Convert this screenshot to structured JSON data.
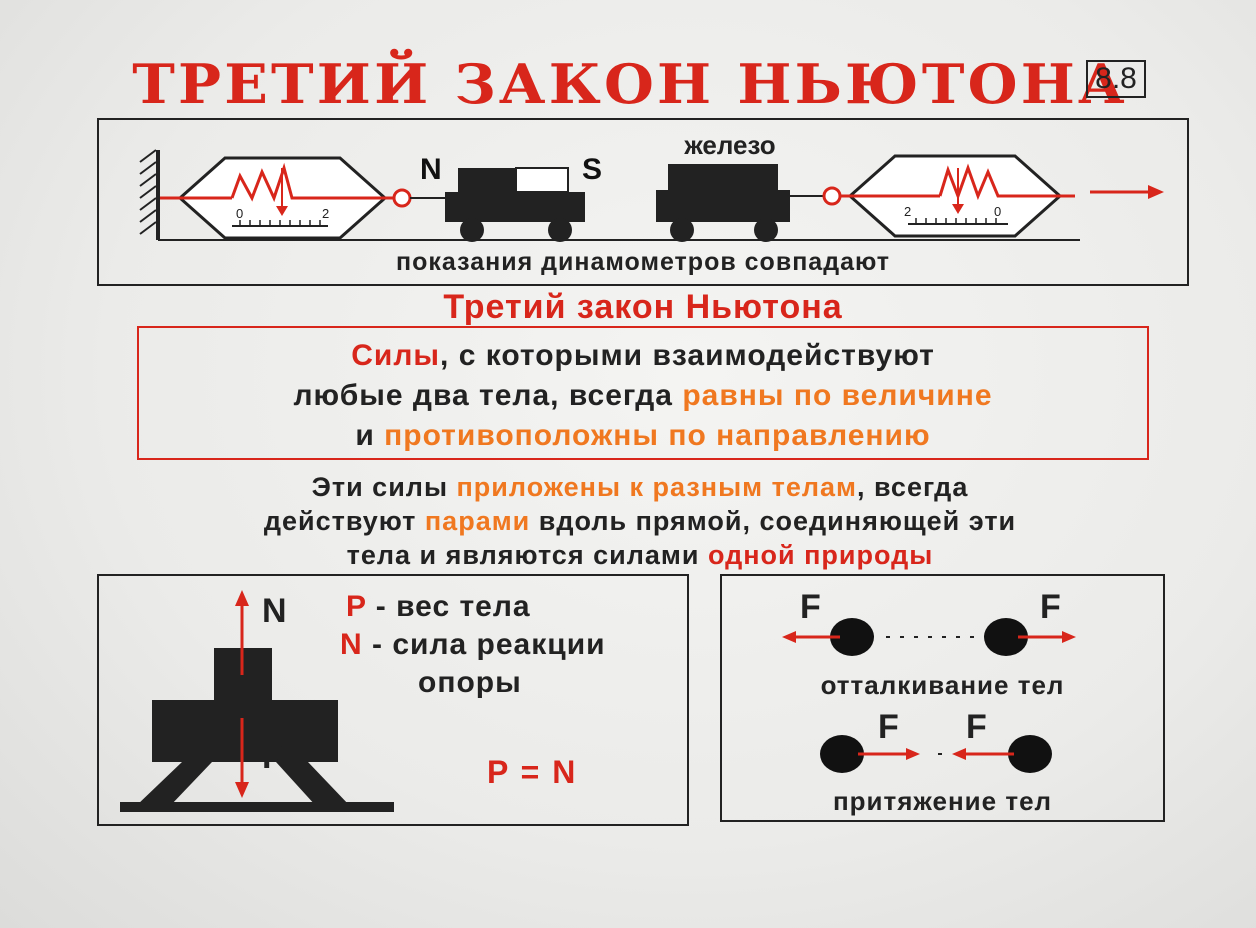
{
  "title": "ТРЕТИЙ ЗАКОН НЬЮТОНА",
  "badge": "8.8",
  "top_diagram": {
    "iron_label": "железо",
    "magnet_n": "N",
    "magnet_s": "S",
    "dial_left_ticks": [
      "0",
      "2"
    ],
    "dial_right_ticks": [
      "2",
      "0"
    ],
    "caption": "показания динамометров совпадают"
  },
  "subtitle": "Третий закон Ньютона",
  "law": {
    "line1_a": "Силы",
    "line1_b": ", с которыми взаимодействуют",
    "line2_a": "любые два тела, всегда ",
    "line2_b": "равны по величине",
    "line3_a": "и ",
    "line3_b": "противоположны по направлению"
  },
  "paragraph": {
    "l1_a": "Эти силы ",
    "l1_b": "приложены к разным телам",
    "l1_c": ", всегда",
    "l2_a": "действуют ",
    "l2_b": "парами",
    "l2_c": " вдоль прямой, соединяющей эти",
    "l3_a": "тела и являются силами ",
    "l3_b": "одной природы"
  },
  "weight_panel": {
    "n_vector": "N",
    "p_vector": "P",
    "legend_p_sym": "P",
    "legend_p_text": " - вес тела",
    "legend_n_sym": "N",
    "legend_n_text": " - сила реакции",
    "legend_n_text2": "опоры",
    "equation": "P = N"
  },
  "interaction_panel": {
    "force_label": "F",
    "repulsion": "отталкивание тел",
    "attraction": "притяжение тел"
  },
  "colors": {
    "red": "#d8261b",
    "orange": "#f07820",
    "dark": "#222222"
  }
}
